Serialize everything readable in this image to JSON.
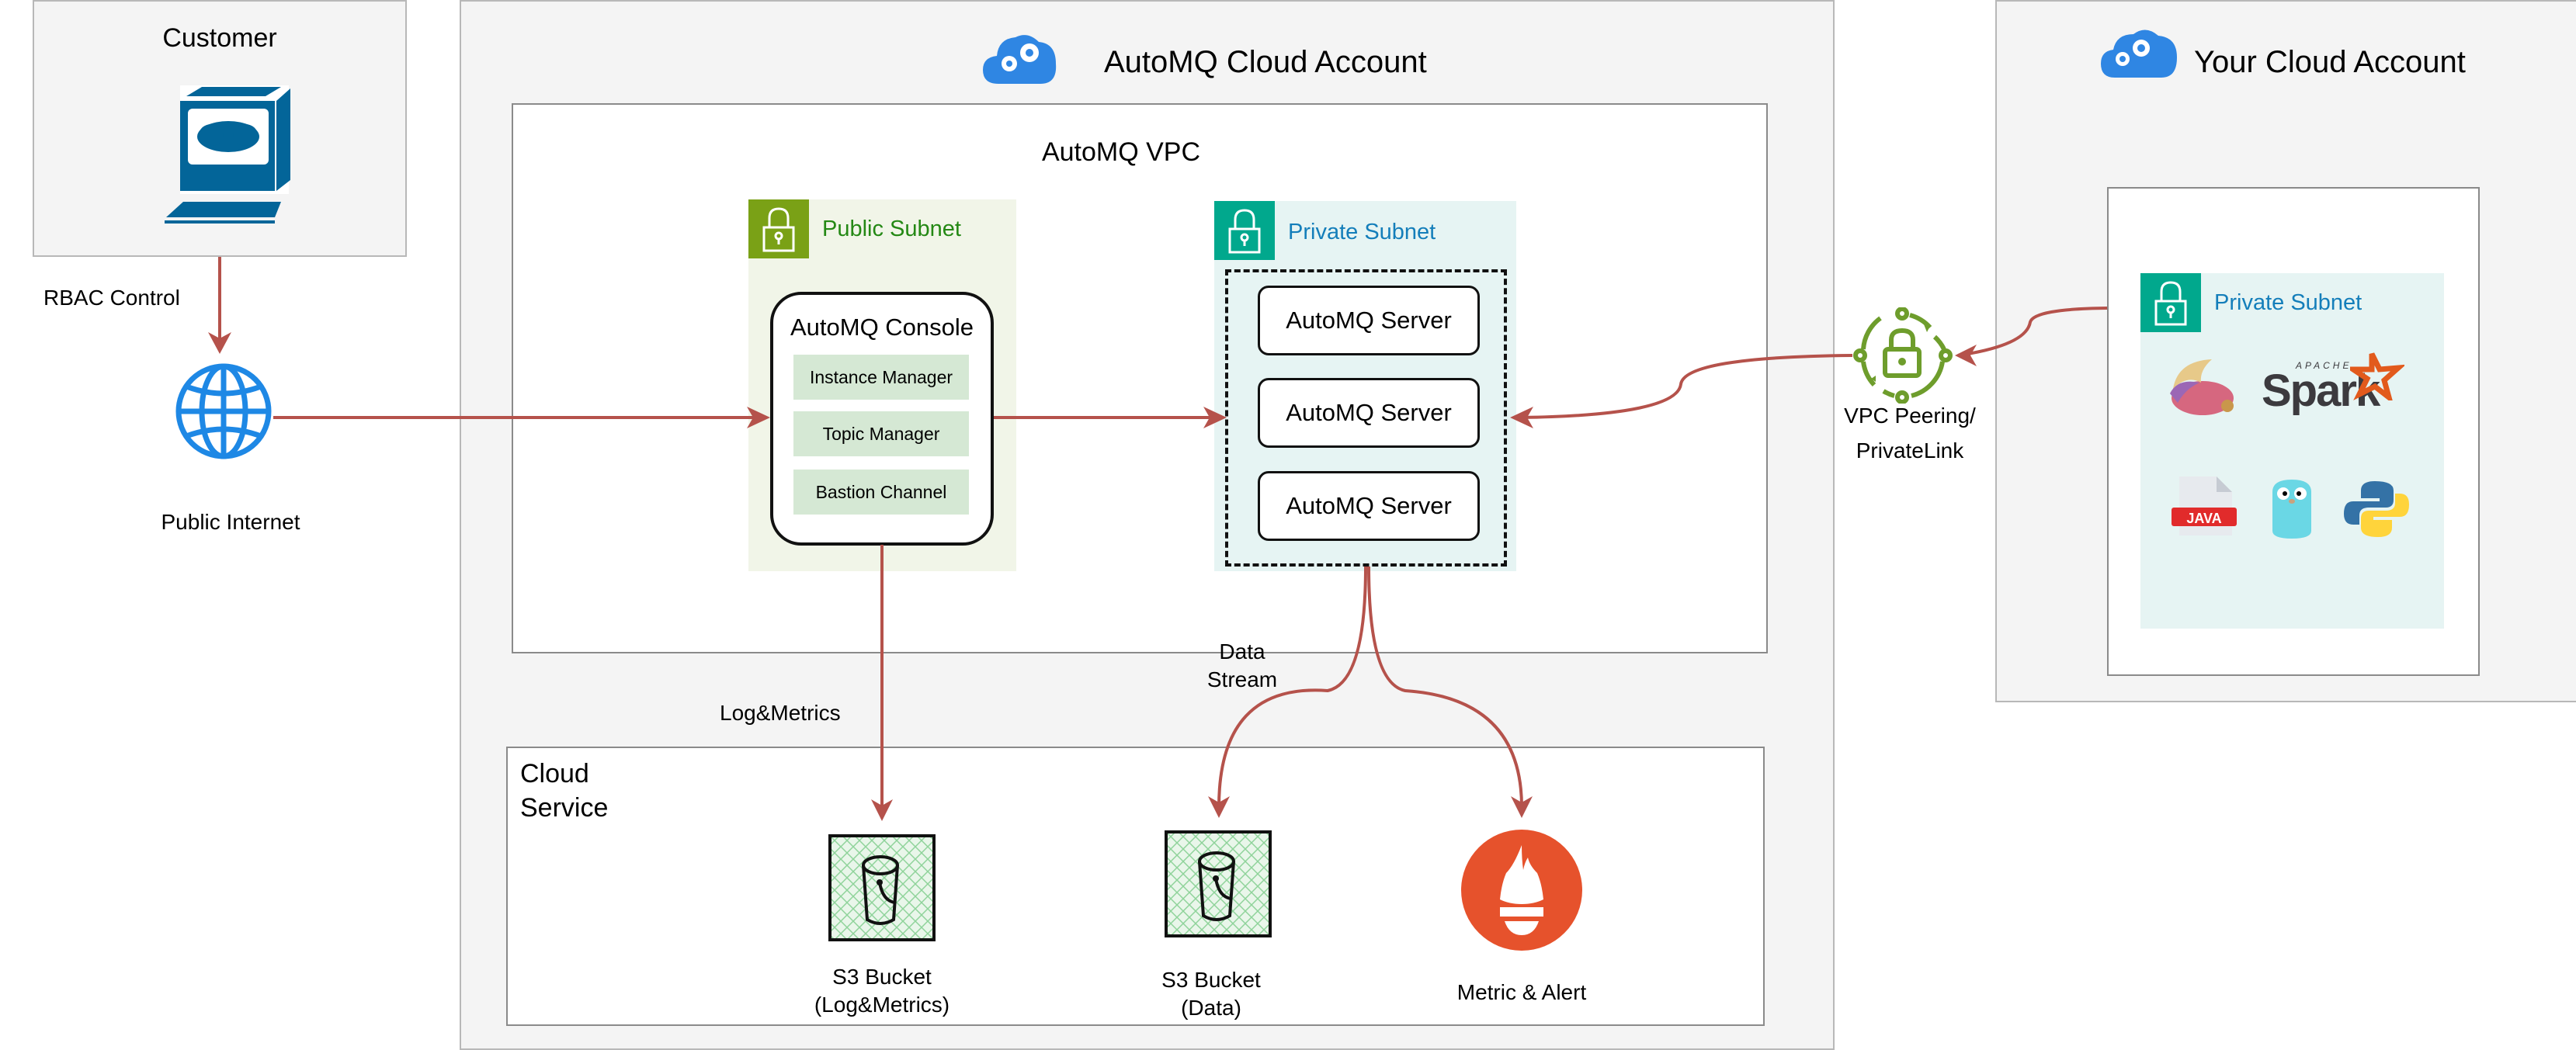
{
  "customer": {
    "title": "Customer",
    "icon": "computer-terminal-icon"
  },
  "rbac_label": "RBAC Control",
  "public_internet": {
    "label": "Public Internet",
    "icon": "globe-icon"
  },
  "automq_account": {
    "title": "AutoMQ Cloud Account",
    "icon": "cloud-gears-icon"
  },
  "vpc": {
    "title": "AutoMQ VPC"
  },
  "public_subnet": {
    "title": "Public Subnet",
    "console": {
      "title": "AutoMQ Console",
      "modules": [
        "Instance Manager",
        "Topic Manager",
        "Bastion Channel"
      ]
    }
  },
  "private_subnet": {
    "title": "Private Subnet",
    "servers": [
      "AutoMQ Server",
      "AutoMQ Server",
      "AutoMQ Server"
    ]
  },
  "flows": {
    "log_metrics": "Log&Metrics",
    "data_stream_line1": "Data",
    "data_stream_line2": "Stream"
  },
  "cloud_service": {
    "title_line1": "Cloud",
    "title_line2": "Service",
    "items": [
      {
        "line1": "S3 Bucket",
        "line2": "(Log&Metrics)",
        "icon": "s3-bucket-icon"
      },
      {
        "line1": "S3 Bucket",
        "line2": "(Data)",
        "icon": "s3-bucket-icon"
      },
      {
        "line1": "Metric & Alert",
        "line2": "",
        "icon": "prometheus-icon"
      }
    ]
  },
  "peering": {
    "line1": "VPC Peering/",
    "line2": "PrivateLink",
    "icon": "vpc-peering-lock-icon"
  },
  "your_account": {
    "title": "Your Cloud Account",
    "icon": "cloud-gears-icon",
    "private_subnet_title": "Private Subnet",
    "clients": [
      "Apache Flink",
      "Apache Spark",
      "Java",
      "Go",
      "Python"
    ],
    "spark_logo_small": "APACHE",
    "spark_logo_big": "Spark",
    "java_label": "JAVA"
  },
  "colors": {
    "arrow": "#b5524b",
    "public_subnet_header": "#7aa116",
    "public_subnet_text": "#248814",
    "private_subnet_header": "#01a88d",
    "private_subnet_text": "#147eba",
    "globe": "#1e88e5",
    "computer": "#036599",
    "prometheus": "#e6522c",
    "peering": "#6e9d2c"
  }
}
